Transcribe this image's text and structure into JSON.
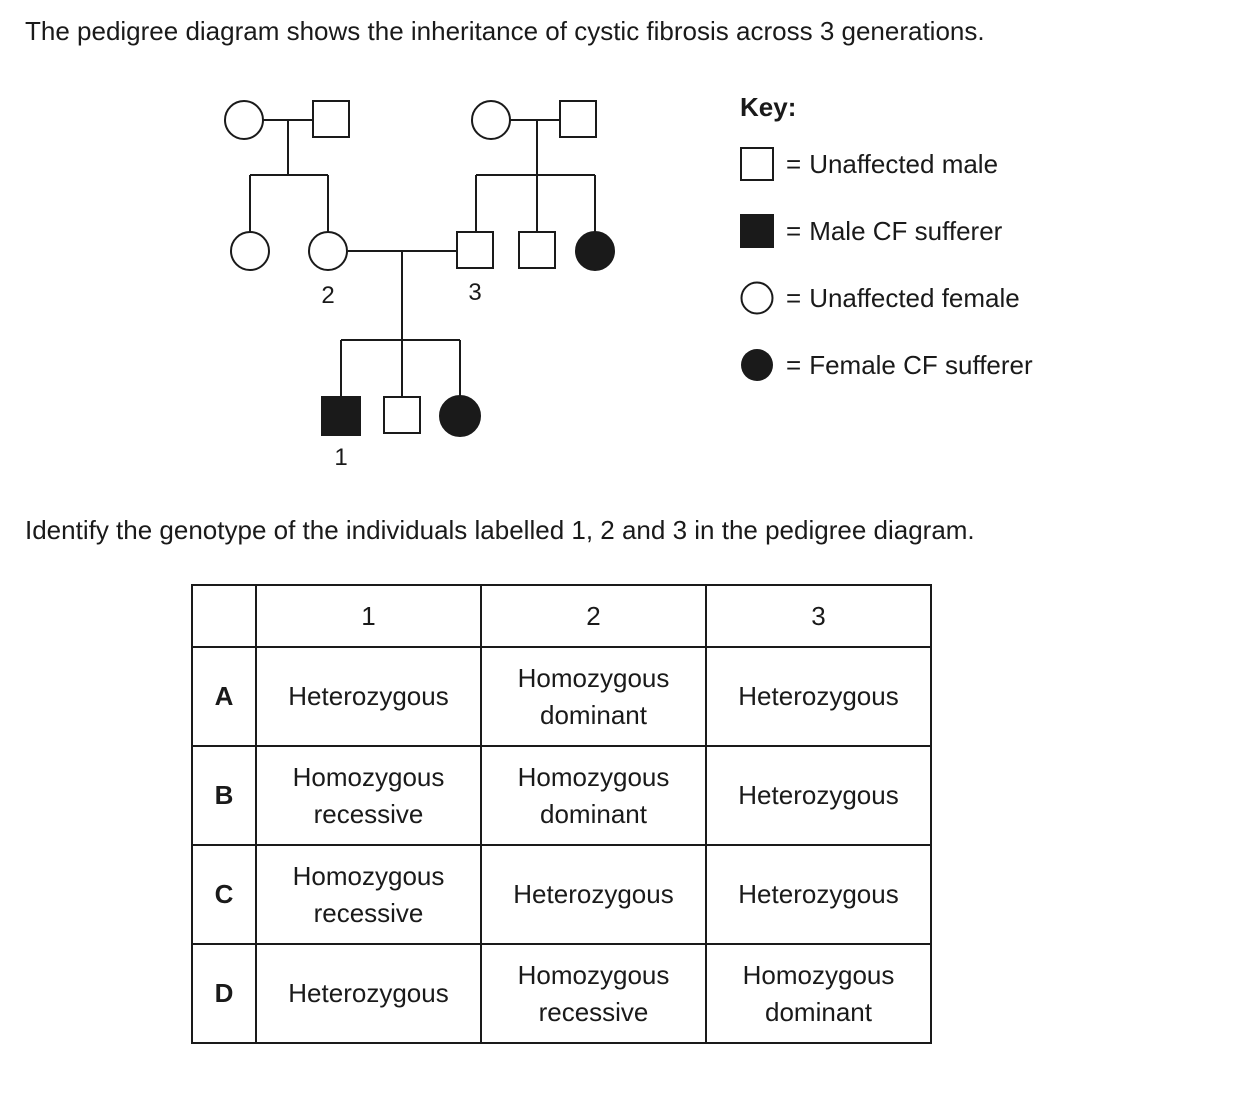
{
  "intro": "The pedigree diagram shows the inheritance of cystic fibrosis across 3 generations.",
  "question": "Identify the genotype of the individuals labelled 1, 2 and 3 in the pedigree diagram.",
  "pedigree": {
    "labels": {
      "individual_1": "1",
      "individual_2": "2",
      "individual_3": "3"
    }
  },
  "key": {
    "title": "Key:",
    "items": [
      {
        "symbol": "unaffected-male-square-icon",
        "text": "Unaffected male"
      },
      {
        "symbol": "affected-male-square-icon",
        "text": "Male CF sufferer"
      },
      {
        "symbol": "unaffected-female-circle-icon",
        "text": "Unaffected female"
      },
      {
        "symbol": "affected-female-circle-icon",
        "text": "Female CF sufferer"
      }
    ],
    "equals": "="
  },
  "table": {
    "headers": [
      "",
      "1",
      "2",
      "3"
    ],
    "rows": [
      {
        "label": "A",
        "cells": [
          [
            "Heterozygous"
          ],
          [
            "Homozygous",
            "dominant"
          ],
          [
            "Heterozygous"
          ]
        ]
      },
      {
        "label": "B",
        "cells": [
          [
            "Homozygous",
            "recessive"
          ],
          [
            "Homozygous",
            "dominant"
          ],
          [
            "Heterozygous"
          ]
        ]
      },
      {
        "label": "C",
        "cells": [
          [
            "Homozygous",
            "recessive"
          ],
          [
            "Heterozygous"
          ],
          [
            "Heterozygous"
          ]
        ]
      },
      {
        "label": "D",
        "cells": [
          [
            "Heterozygous"
          ],
          [
            "Homozygous",
            "recessive"
          ],
          [
            "Homozygous",
            "dominant"
          ]
        ]
      }
    ]
  },
  "colors": {
    "ink": "#1a1a1a",
    "background": "#ffffff"
  }
}
